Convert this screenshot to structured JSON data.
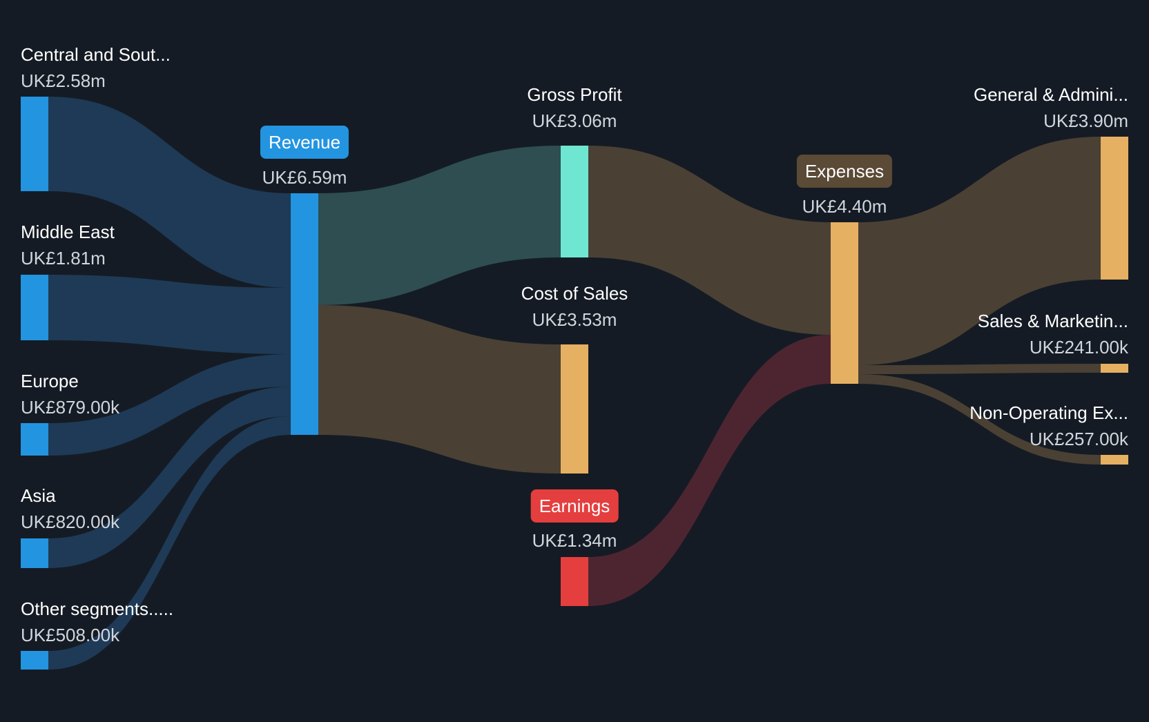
{
  "chart_data": {
    "type": "sankey",
    "currency": "UK£",
    "colors": {
      "background": "#151b24",
      "revenue": "#2394e0",
      "gross_profit": "#6ee6d2",
      "cost": "#e6b062",
      "earnings": "#e53e3e",
      "expenses_pill": "#5a4a36",
      "segment_flow": "#1e3a56",
      "gross_profit_flow": "#2e4e52",
      "cost_flow": "#4a4034",
      "earnings_flow": "#4d2530"
    },
    "nodes": [
      {
        "id": "central_south",
        "name": "Central and Sout...",
        "value_label": "UK£2.58m",
        "value": 2.58
      },
      {
        "id": "middle_east",
        "name": "Middle East",
        "value_label": "UK£1.81m",
        "value": 1.81
      },
      {
        "id": "europe",
        "name": "Europe",
        "value_label": "UK£879.00k",
        "value": 0.879
      },
      {
        "id": "asia",
        "name": "Asia",
        "value_label": "UK£820.00k",
        "value": 0.82
      },
      {
        "id": "other",
        "name": "Other segments.....",
        "value_label": "UK£508.00k",
        "value": 0.508
      },
      {
        "id": "revenue",
        "name": "Revenue",
        "value_label": "UK£6.59m",
        "value": 6.59
      },
      {
        "id": "gross_profit",
        "name": "Gross Profit",
        "value_label": "UK£3.06m",
        "value": 3.06
      },
      {
        "id": "cost_of_sales",
        "name": "Cost of Sales",
        "value_label": "UK£3.53m",
        "value": 3.53
      },
      {
        "id": "earnings",
        "name": "Earnings",
        "value_label": "UK£1.34m",
        "value": 1.34
      },
      {
        "id": "expenses",
        "name": "Expenses",
        "value_label": "UK£4.40m",
        "value": 4.4
      },
      {
        "id": "gen_admin",
        "name": "General & Admini...",
        "value_label": "UK£3.90m",
        "value": 3.9
      },
      {
        "id": "sales_marketing",
        "name": "Sales & Marketin...",
        "value_label": "UK£241.00k",
        "value": 0.241
      },
      {
        "id": "non_operating",
        "name": "Non-Operating Ex...",
        "value_label": "UK£257.00k",
        "value": 0.257
      }
    ],
    "links": [
      {
        "source": "central_south",
        "target": "revenue",
        "value": 2.58
      },
      {
        "source": "middle_east",
        "target": "revenue",
        "value": 1.81
      },
      {
        "source": "europe",
        "target": "revenue",
        "value": 0.879
      },
      {
        "source": "asia",
        "target": "revenue",
        "value": 0.82
      },
      {
        "source": "other",
        "target": "revenue",
        "value": 0.508
      },
      {
        "source": "revenue",
        "target": "gross_profit",
        "value": 3.06
      },
      {
        "source": "revenue",
        "target": "cost_of_sales",
        "value": 3.53
      },
      {
        "source": "gross_profit",
        "target": "expenses",
        "value": 3.06
      },
      {
        "source": "earnings",
        "target": "expenses",
        "value": 1.34
      },
      {
        "source": "expenses",
        "target": "gen_admin",
        "value": 3.9
      },
      {
        "source": "expenses",
        "target": "sales_marketing",
        "value": 0.241
      },
      {
        "source": "expenses",
        "target": "non_operating",
        "value": 0.257
      }
    ]
  }
}
